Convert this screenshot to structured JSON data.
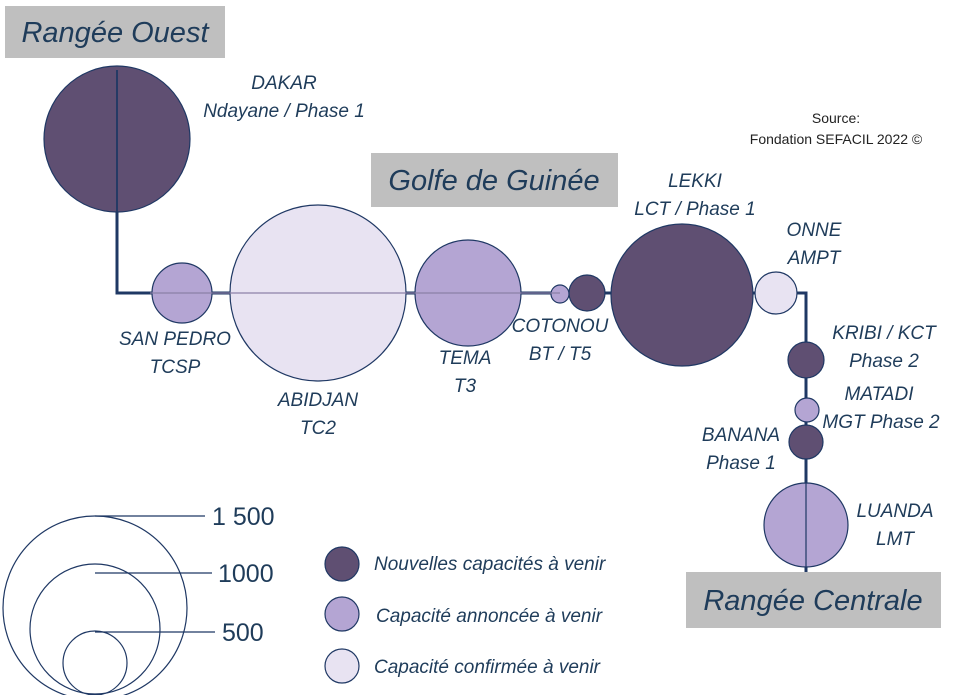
{
  "colors": {
    "line": "#1f3864",
    "box_bg": "#bfbfbf",
    "box_text": "#1f3c5a",
    "nouvelles": "#5f4f72",
    "annoncee": "#b4a5d3",
    "confirmee": "#e8e3f2",
    "circle_stroke": "#1f3864"
  },
  "regions": {
    "ouest": "Rangée Ouest",
    "golfe": "Golfe de Guinée",
    "centrale": "Rangée Centrale"
  },
  "source": {
    "line1": "Source:",
    "line2": "Fondation SEFACIL 2022 ©"
  },
  "ports": [
    {
      "id": "dakar",
      "lines": [
        "DAKAR",
        "Ndayane  / Phase 1"
      ],
      "category": "nouvelles"
    },
    {
      "id": "san-pedro",
      "lines": [
        "SAN PEDRO",
        "TCSP"
      ],
      "category": "annoncee"
    },
    {
      "id": "abidjan",
      "lines": [
        "ABIDJAN",
        "TC2"
      ],
      "category": "confirmee"
    },
    {
      "id": "tema",
      "lines": [
        "TEMA",
        "T3"
      ],
      "category": "annoncee"
    },
    {
      "id": "cotonou",
      "lines": [
        "COTONOU",
        "BT / T5"
      ],
      "category": "nouvelles"
    },
    {
      "id": "lekki",
      "lines": [
        "LEKKI",
        "LCT / Phase 1"
      ],
      "category": "nouvelles"
    },
    {
      "id": "onne",
      "lines": [
        "ONNE",
        "AMPT"
      ],
      "category": "confirmee"
    },
    {
      "id": "kribi",
      "lines": [
        "KRIBI / KCT",
        "Phase 2"
      ],
      "category": "nouvelles"
    },
    {
      "id": "matadi",
      "lines": [
        "MATADI",
        "MGT Phase 2"
      ],
      "category": "annoncee"
    },
    {
      "id": "banana",
      "lines": [
        "BANANA",
        "Phase 1"
      ],
      "category": "nouvelles"
    },
    {
      "id": "luanda",
      "lines": [
        "LUANDA",
        "LMT"
      ],
      "category": "annoncee"
    }
  ],
  "legend": {
    "nouvelles": "Nouvelles capacités à venir",
    "annoncee": "Capacité annoncée à venir",
    "confirmee": "Capacité confirmée à venir"
  },
  "scale": {
    "labels": [
      "1 500",
      "1000",
      "500"
    ],
    "values": [
      1500,
      1000,
      500
    ]
  }
}
